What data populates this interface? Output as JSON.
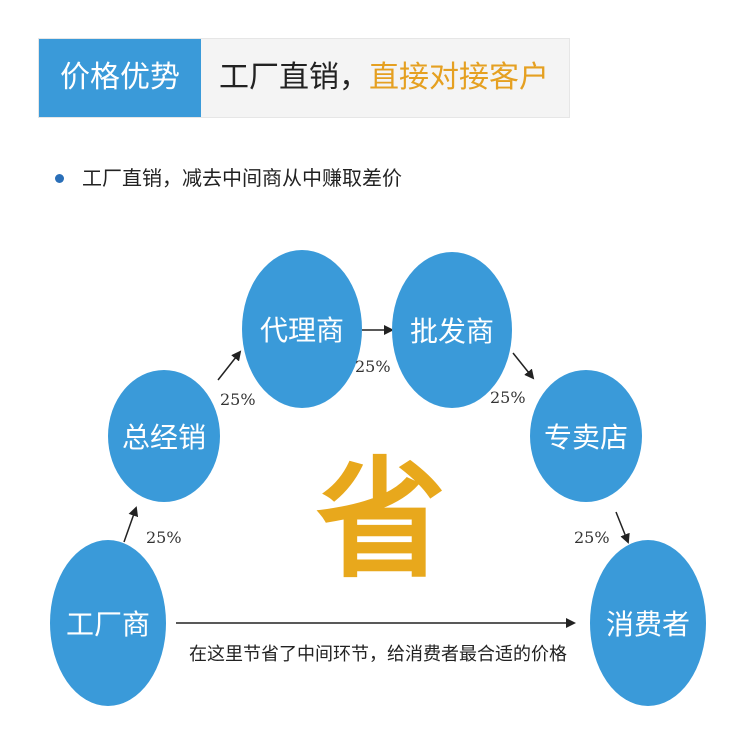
{
  "banner": {
    "tag": "价格优势",
    "title_black": "工厂直销，",
    "title_orange": "直接对接客户"
  },
  "bullet": "工厂直销，减去中间商从中赚取差价",
  "nodes": {
    "factory": "工厂商",
    "general_distributor": "总经销",
    "agent": "代理商",
    "wholesaler": "批发商",
    "store": "专卖店",
    "consumer": "消费者"
  },
  "percentages": [
    "25%",
    "25%",
    "25%",
    "25%",
    "25%"
  ],
  "center_char": "省",
  "footer": "在这里节省了中间环节，给消费者最合适的价格",
  "colors": {
    "node": "#3a9ad9",
    "accent": "#e5a021",
    "big_char": "#e8a81c"
  }
}
